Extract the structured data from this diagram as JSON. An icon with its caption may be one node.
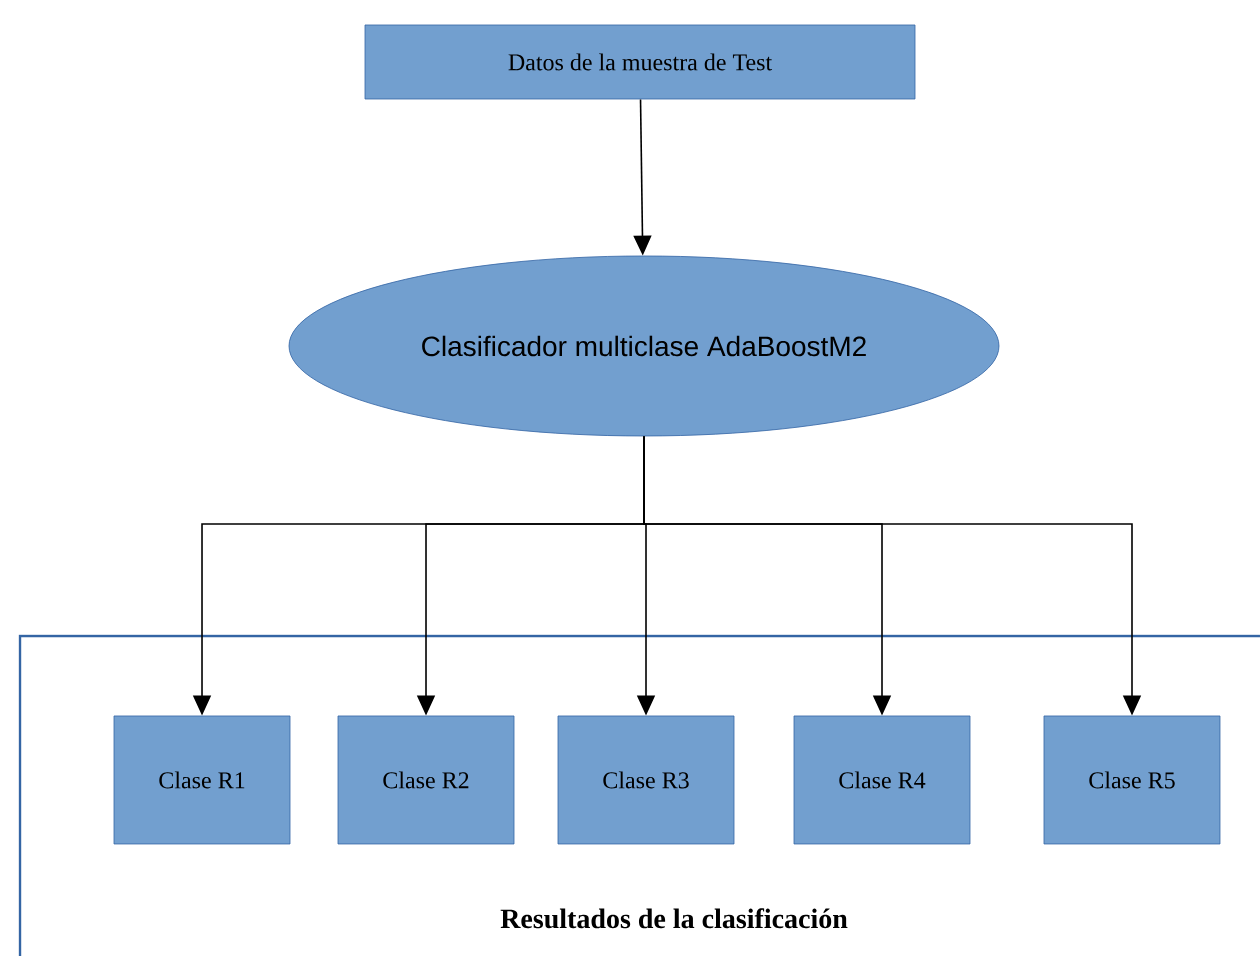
{
  "diagram": {
    "nodes": [
      {
        "text": [
          "Datos de la muestra de Test"
        ]
      },
      {
        "text": [
          "Clasificador multiclase AdaBoostM2"
        ]
      },
      {
        "text": [
          "Resultados de la clasificación"
        ]
      },
      {
        "text": [
          "Clase R1"
        ],
        "in": 2
      },
      {
        "text": [
          "Clase R2"
        ],
        "in": 2
      },
      {
        "text": [
          "Clase R3"
        ],
        "in": 2
      },
      {
        "text": [
          "Clase R4"
        ],
        "in": 2
      },
      {
        "text": [
          "Clase R5"
        ],
        "in": 2
      }
    ],
    "edges": [
      {
        "from": 0,
        "to": 1,
        "arrow": "to"
      },
      {
        "from": 1,
        "to": 3,
        "arrow": "to"
      },
      {
        "from": 1,
        "to": 4,
        "arrow": "to"
      },
      {
        "from": 1,
        "to": 5,
        "arrow": "to"
      },
      {
        "from": 1,
        "to": 6,
        "arrow": "to"
      },
      {
        "from": 1,
        "to": 7,
        "arrow": "to"
      }
    ]
  }
}
